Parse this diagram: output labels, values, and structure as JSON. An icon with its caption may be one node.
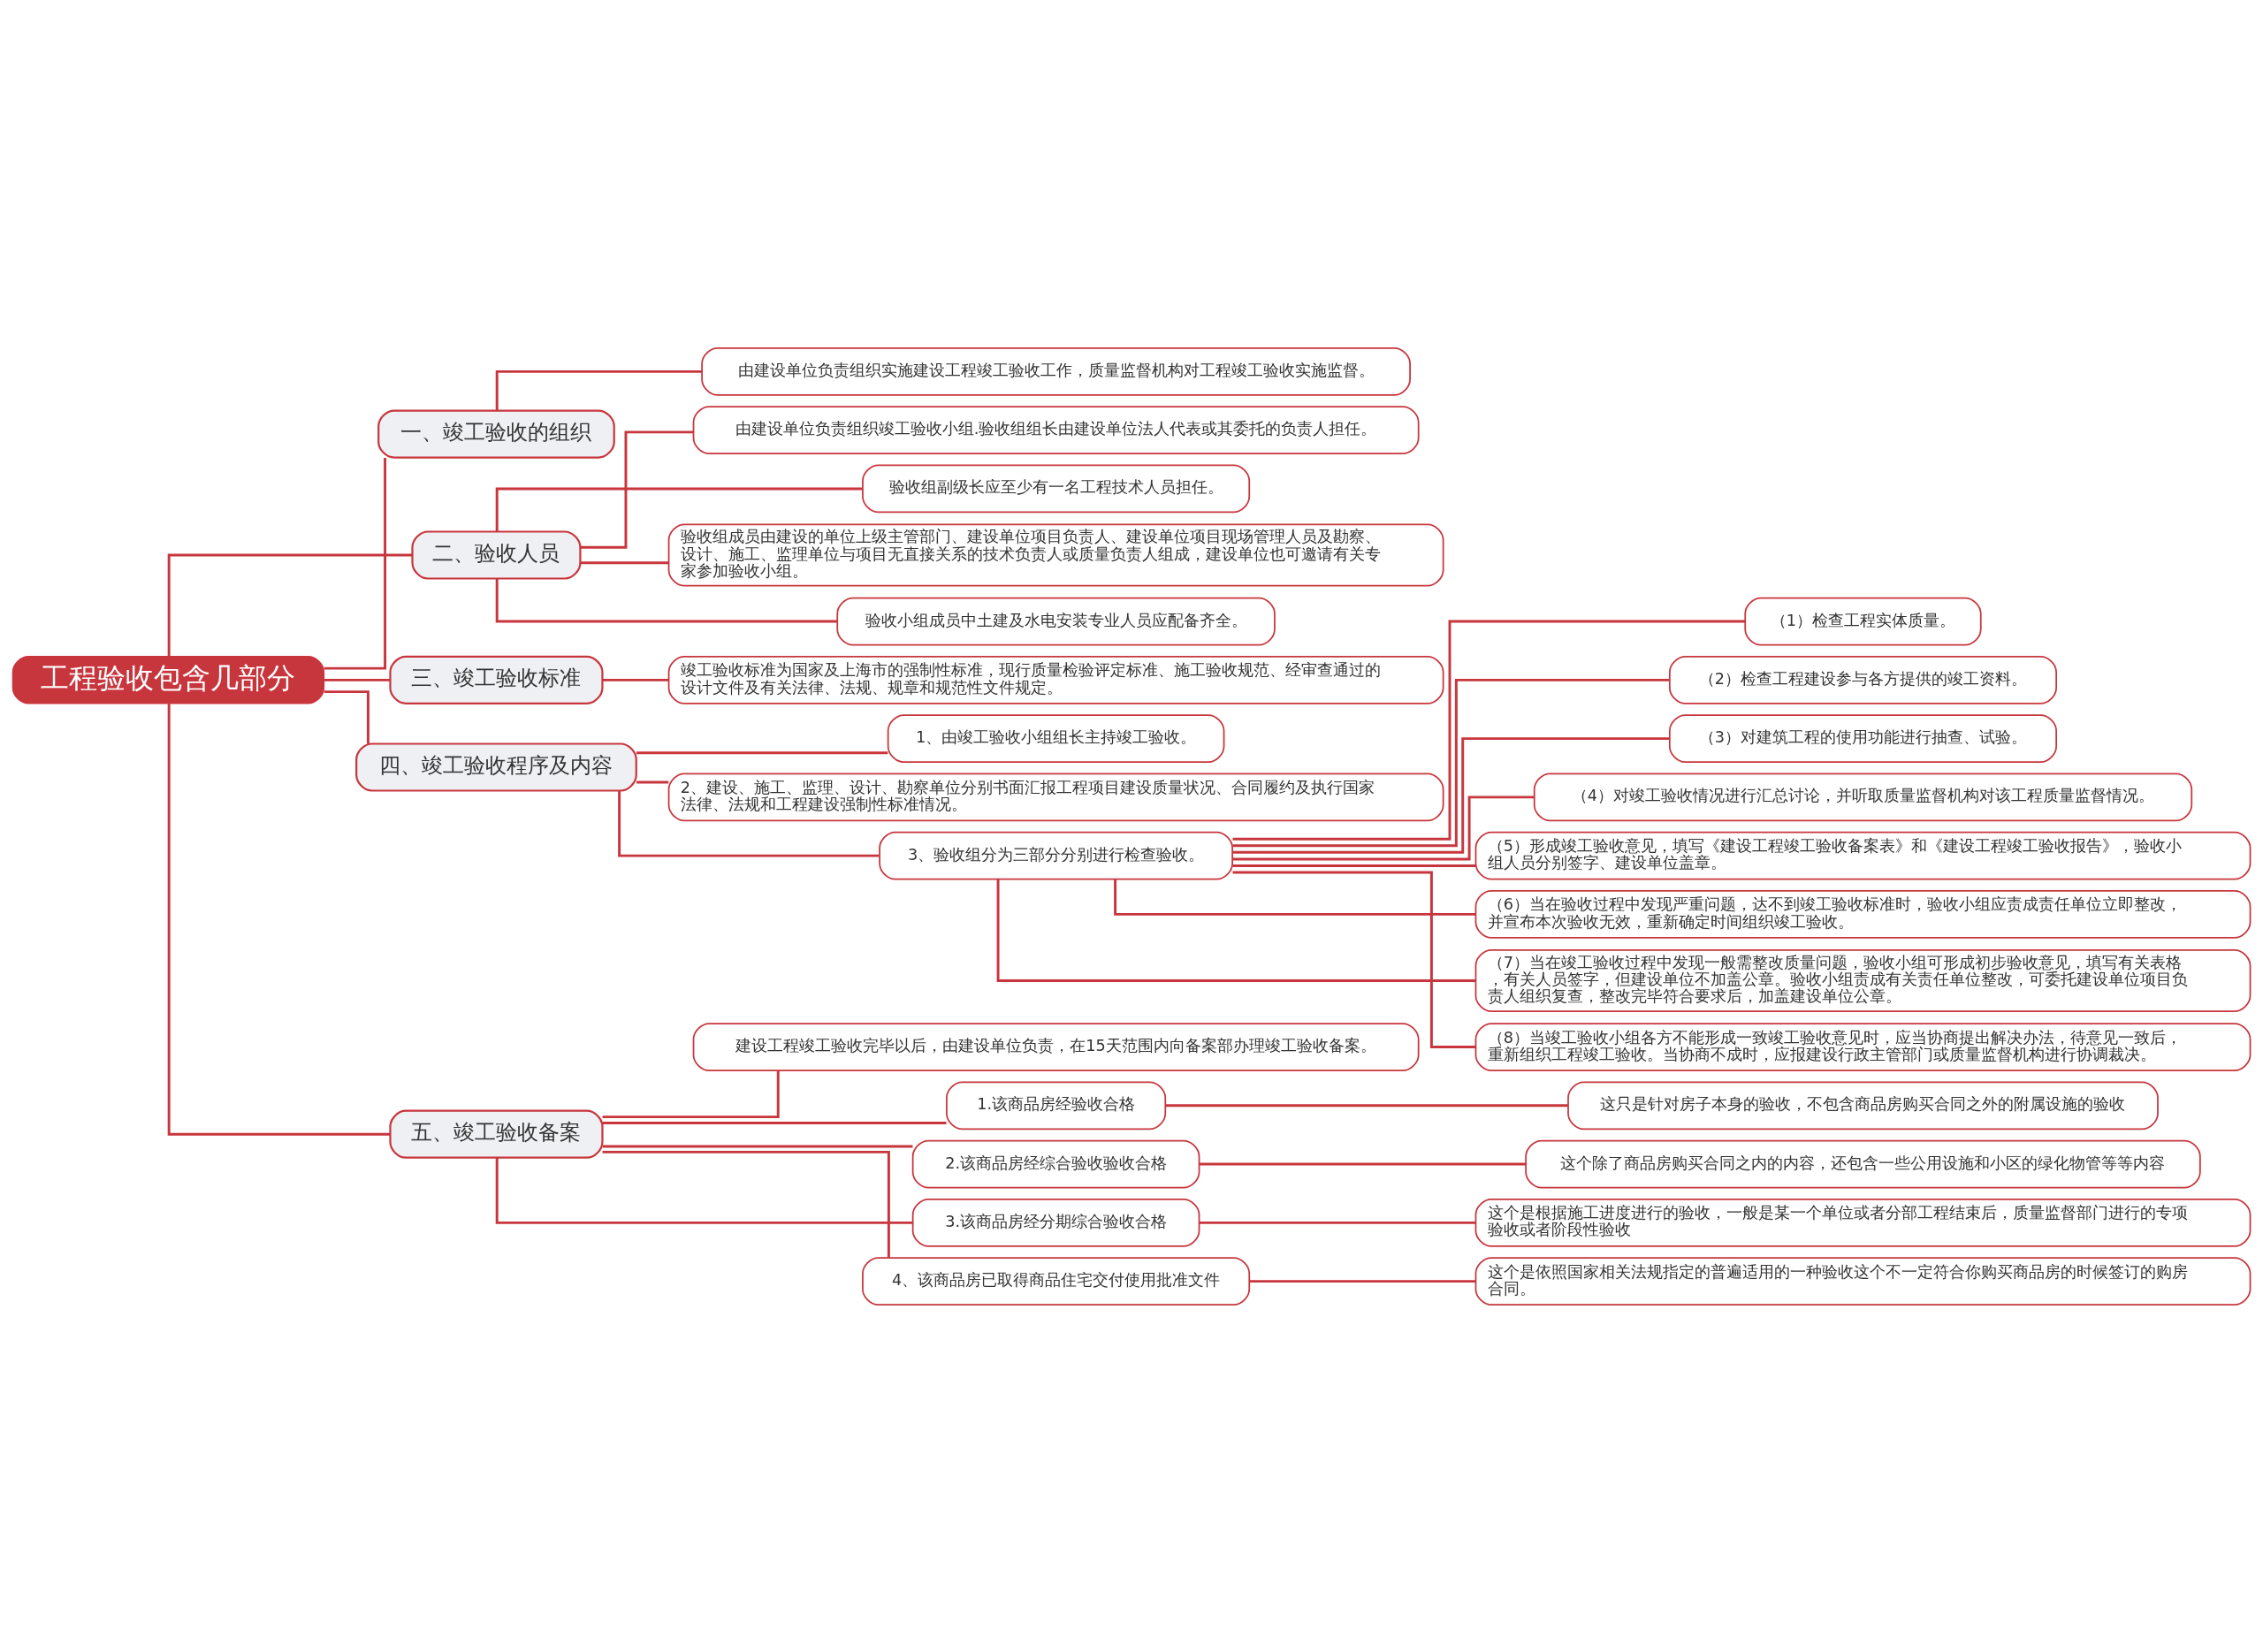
{
  "diagram": {
    "nodes": [
      {
        "text": [
          "工程验收包含几部分"
        ]
      },
      {
        "text": [
          "一、竣工验收的组织"
        ]
      },
      {
        "text": [
          "由建设单位负责组织实施建设工程竣工验收工作，质量监督机构对工程竣工验收实施监督。"
        ]
      },
      {
        "text": [
          "二、验收人员"
        ]
      },
      {
        "text": [
          "由建设单位负责组织竣工验收小组.验收组组长由建设单位法人代表或其委托的负责人担任。"
        ]
      },
      {
        "text": [
          "验收组副级长应至少有一名工程技术人员担任。"
        ]
      },
      {
        "text": [
          "验收组成员由建设的单位上级主管部门、建设单位项目负责人、建设单位项目现场管理人员及勘察、设计、施工、监理单位与项目无直接关系的技术负责人或质量负责人组成，建设单位也可邀请有关专家参加验收小组。"
        ]
      },
      {
        "text": [
          "验收小组成员中土建及水电安装专业人员应配备齐全。"
        ]
      },
      {
        "text": [
          "三、竣工验收标准"
        ]
      },
      {
        "text": [
          "竣工验收标准为国家及上海市的强制性标准，现行质量检验评定标准、施工验收规范、经审查通过的设计文件及有关法律、法规、规章和规范性文件规定。"
        ]
      },
      {
        "text": [
          "四、竣工验收程序及内容"
        ]
      },
      {
        "text": [
          "1、由竣工验收小组组长主持竣工验收。"
        ]
      },
      {
        "text": [
          "2、建设、施工、监理、设计、勘察单位分别书面汇报工程项目建设质量状况、合同履约及执行国家法律、法规和工程建设强制性标准情况。"
        ]
      },
      {
        "text": [
          "3、验收组分为三部分分别进行检查验收。"
        ]
      },
      {
        "text": [
          "（1）检查工程实体质量。"
        ]
      },
      {
        "text": [
          "（2）检查工程建设参与各方提供的竣工资料。"
        ]
      },
      {
        "text": [
          "（3）对建筑工程的使用功能进行抽查、试验。"
        ]
      },
      {
        "text": [
          "（4）对竣工验收情况进行汇总讨论，并听取质量监督机构对该工程质量监督情况。"
        ]
      },
      {
        "text": [
          "（5）形成竣工验收意见，填写《建设工程竣工验收备案表》和《建设工程竣工验收报告》，验收小组人员分别签字、建设单位盖章。"
        ]
      },
      {
        "text": [
          "（6）当在验收过程中发现严重问题，达不到竣工验收标准时，验收小组应责成责任单位立即整改，并宣布本次验收无效，重新确定时间组织竣工验收。"
        ]
      },
      {
        "text": [
          "（7）当在竣工验收过程中发现一般需整改质量问题，验收小组可形成初步验收意见，填写有关表格，有关人员签字，但建设单位不加盖公章。验收小组责成有关责任单位整改，可委托建设单位项目负责人组织复查，整改完毕符合要求后，加盖建设单位公章。"
        ]
      },
      {
        "text": [
          "（8）当竣工验收小组各方不能形成一致竣工验收意见时，应当协商提出解决办法，待意见一致后，重新组织工程竣工验收。当协商不成时，应报建设行政主管部门或质量监督机构进行协调裁决。"
        ]
      },
      {
        "text": [
          "五、竣工验收备案"
        ]
      },
      {
        "text": [
          "建设工程竣工验收完毕以后，由建设单位负责，在15天范围内向备案部办理竣工验收备案。"
        ]
      },
      {
        "text": [
          "1.该商品房经验收合格"
        ]
      },
      {
        "text": [
          "这只是针对房子本身的验收，不包含商品房购买合同之外的附属设施的验收"
        ]
      },
      {
        "text": [
          "2.该商品房经综合验收验收合格"
        ]
      },
      {
        "text": [
          "这个除了商品房购买合同之内的内容，还包含一些公用设施和小区的绿化物管等等内容"
        ]
      },
      {
        "text": [
          "3.该商品房经分期综合验收合格"
        ]
      },
      {
        "text": [
          "这个是根据施工进度进行的验收，一般是某一个单位或者分部工程结束后，质量监督部门进行的专项验收或者阶段性验收"
        ]
      },
      {
        "text": [
          "4、该商品房已取得商品住宅交付使用批准文件"
        ]
      },
      {
        "text": [
          "这个是依照国家相关法规指定的普遍适用的一种验收这个不一定符合你购买商品房的时候签订的购房合同。"
        ]
      }
    ],
    "edges": [
      {
        "from": 0,
        "to": 1,
        "arrow": "none"
      },
      {
        "from": 1,
        "to": 2,
        "arrow": "none"
      },
      {
        "from": 0,
        "to": 3,
        "arrow": "none"
      },
      {
        "from": 3,
        "to": 4,
        "arrow": "none"
      },
      {
        "from": 3,
        "to": 5,
        "arrow": "none"
      },
      {
        "from": 3,
        "to": 6,
        "arrow": "none"
      },
      {
        "from": 3,
        "to": 7,
        "arrow": "none"
      },
      {
        "from": 0,
        "to": 8,
        "arrow": "none"
      },
      {
        "from": 8,
        "to": 9,
        "arrow": "none"
      },
      {
        "from": 0,
        "to": 10,
        "arrow": "none"
      },
      {
        "from": 10,
        "to": 11,
        "arrow": "none"
      },
      {
        "from": 10,
        "to": 12,
        "arrow": "none"
      },
      {
        "from": 10,
        "to": 13,
        "arrow": "none"
      },
      {
        "from": 13,
        "to": 14,
        "arrow": "none"
      },
      {
        "from": 13,
        "to": 15,
        "arrow": "none"
      },
      {
        "from": 13,
        "to": 16,
        "arrow": "none"
      },
      {
        "from": 13,
        "to": 17,
        "arrow": "none"
      },
      {
        "from": 13,
        "to": 18,
        "arrow": "none"
      },
      {
        "from": 13,
        "to": 19,
        "arrow": "none"
      },
      {
        "from": 13,
        "to": 20,
        "arrow": "none"
      },
      {
        "from": 13,
        "to": 21,
        "arrow": "none"
      },
      {
        "from": 0,
        "to": 22,
        "arrow": "none"
      },
      {
        "from": 22,
        "to": 23,
        "arrow": "none"
      },
      {
        "from": 22,
        "to": 24,
        "arrow": "none"
      },
      {
        "from": 24,
        "to": 25,
        "arrow": "none"
      },
      {
        "from": 22,
        "to": 26,
        "arrow": "none"
      },
      {
        "from": 26,
        "to": 27,
        "arrow": "none"
      },
      {
        "from": 22,
        "to": 28,
        "arrow": "none"
      },
      {
        "from": 28,
        "to": 29,
        "arrow": "none"
      },
      {
        "from": 22,
        "to": 30,
        "arrow": "none"
      },
      {
        "from": 30,
        "to": 31,
        "arrow": "none"
      }
    ]
  }
}
